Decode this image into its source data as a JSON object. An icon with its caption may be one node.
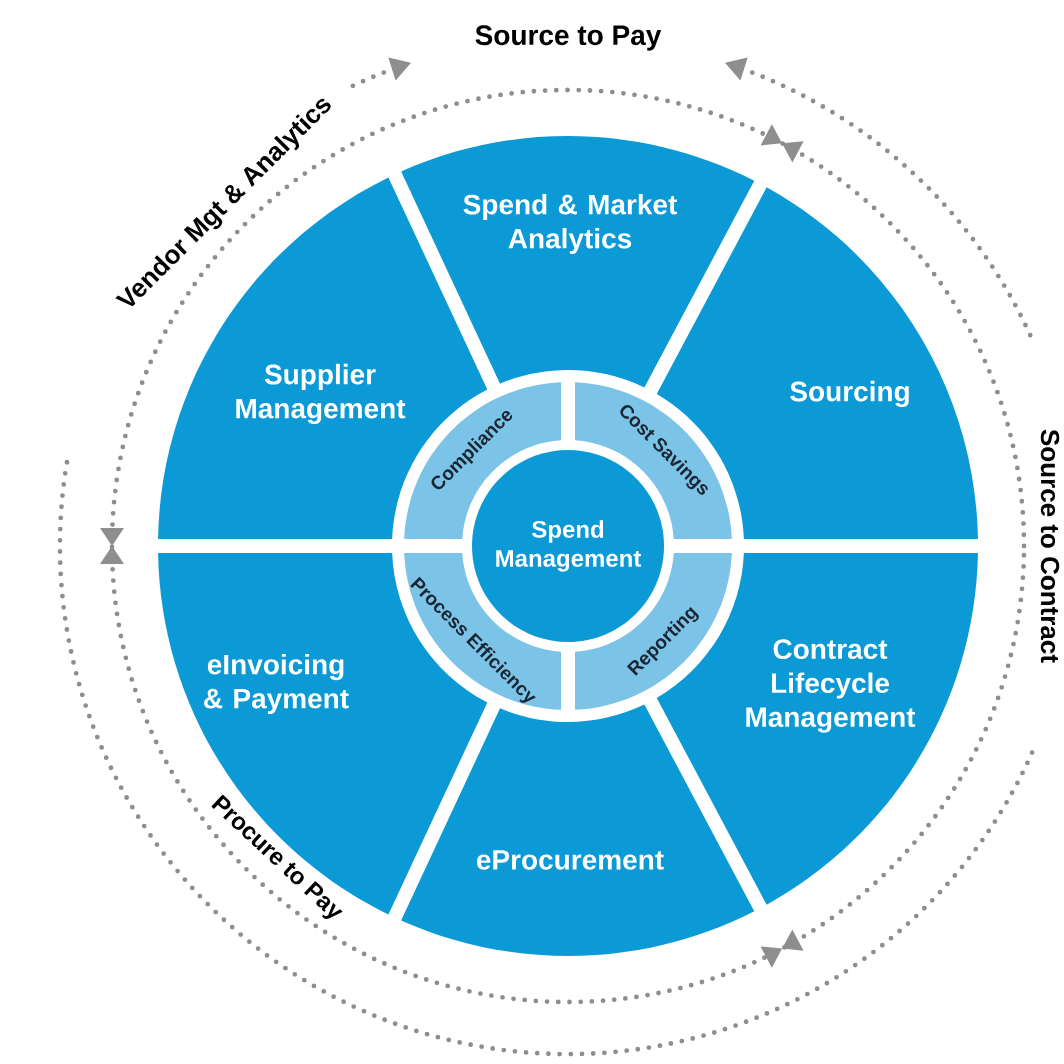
{
  "diagram": {
    "nodes": [
      {
        "text": [
          "Spend & Market Analytics"
        ]
      },
      {
        "text": [
          "Sourcing"
        ]
      },
      {
        "text": [
          "Contract Lifecycle Management"
        ]
      },
      {
        "text": [
          "eProcurement"
        ]
      },
      {
        "text": [
          "eInvoicing & Payment"
        ]
      },
      {
        "text": [
          "Supplier Management"
        ]
      },
      {
        "text": [
          "Compliance"
        ]
      },
      {
        "text": [
          "Cost Savings"
        ]
      },
      {
        "text": [
          "Reporting"
        ]
      },
      {
        "text": [
          "Process Efficiency"
        ]
      },
      {
        "text": [
          "Spend Management"
        ]
      }
    ],
    "labels": [
      "Source to Pay",
      "Vendor Mgt & Analytics",
      "Source to Contract",
      "Procure to Pay"
    ]
  }
}
